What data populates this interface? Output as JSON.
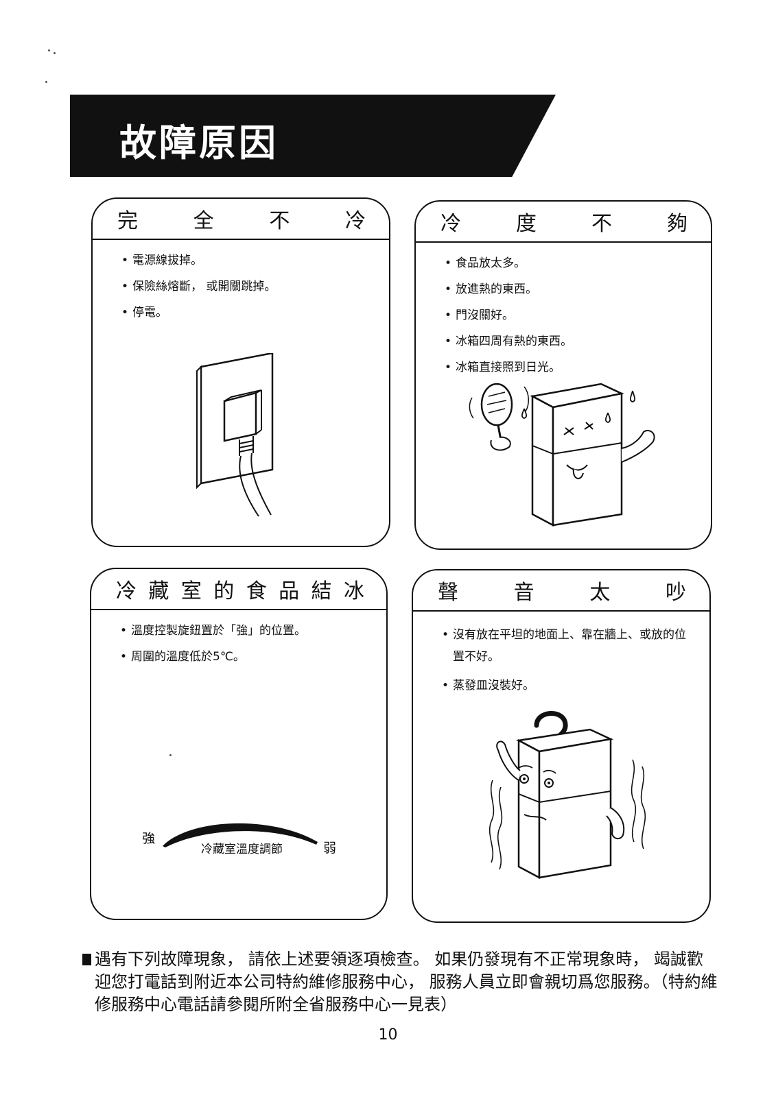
{
  "header": {
    "title": "故障原因"
  },
  "panels": {
    "no_cooling": {
      "heading_chars": [
        "完",
        "全",
        "不",
        "冷"
      ],
      "items": [
        "電源線拔掉。",
        "保險絲熔斷， 或開關跳掉。",
        "停電。"
      ]
    },
    "weak_cooling": {
      "heading_chars": [
        "冷",
        "度",
        "不",
        "夠"
      ],
      "items": [
        "食品放太多。",
        "放進熱的東西。",
        "門沒關好。",
        "冰箱四周有熱的東西。",
        "冰箱直接照到日光。"
      ]
    },
    "food_freezing": {
      "heading_chars": [
        "冷",
        "藏",
        "室",
        "的",
        "食",
        "品",
        "結",
        "冰"
      ],
      "items": [
        "溫度控製旋鈕置於「強」的位置。",
        "周圍的溫度低於5℃。"
      ],
      "dial": {
        "strong": "強",
        "weak": "弱",
        "label": "冷藏室溫度調節"
      }
    },
    "noise": {
      "heading_chars": [
        "聲",
        "音",
        "太",
        "吵"
      ],
      "items": [
        "沒有放在平坦的地面上、靠在牆上、或放的位置不好。",
        "蒸發皿沒裝好。"
      ]
    }
  },
  "footer": {
    "note": "遇有下列故障現象， 請依上述要領逐項檢查。 如果仍發現有不正常現象時， 竭誠歡迎您打電話到附近本公司特約維修服務中心， 服務人員立即會親切爲您服務。（特約維修服務中心電話請參閱所附全省服務中心一見表）",
    "page_number": "10"
  }
}
